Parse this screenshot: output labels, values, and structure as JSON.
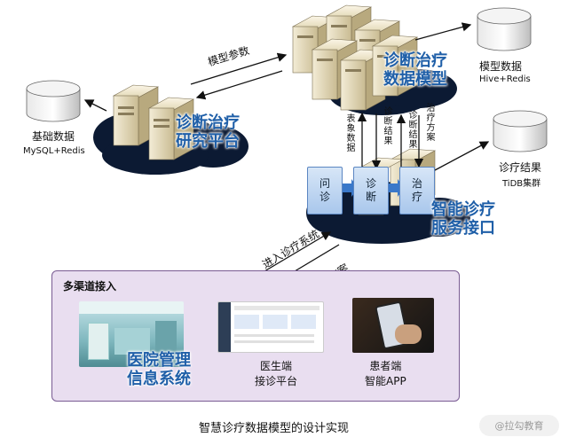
{
  "labels": {
    "model_params": "模型参数",
    "base_data": "基础数据",
    "base_data_tech": "MySQL+Redis",
    "research_platform": [
      "诊断治疗",
      "研究平台"
    ],
    "data_model": [
      "诊断治疗",
      "数据模型"
    ],
    "model_data": "模型数据",
    "model_data_tech": "Hive+Redis",
    "diag_result_store": "诊疗结果",
    "diag_result_tech": "TiDB集群",
    "edge_features": "表象数据",
    "edge_diag_result": "诊断结果",
    "edge_diag_result2": "诊断结果",
    "edge_treatment_plan": "治疗方案",
    "service_api": [
      "智能诊疗",
      "服务接口"
    ],
    "enter_system": "进入诊疗系统",
    "treatment_plan_out": "治疗方案",
    "multichannel": "多渠道接入",
    "his": [
      "医院管理",
      "信息系统"
    ],
    "doctor_client": [
      "医生端",
      "接诊平台"
    ],
    "patient_client": [
      "患者端",
      "智能APP"
    ],
    "caption": "智慧诊疗数据模型的设计实现",
    "watermark": "@拉勾教育"
  },
  "steps": [
    {
      "label": [
        "问",
        "诊"
      ]
    },
    {
      "label": [
        "诊",
        "断"
      ]
    },
    {
      "label": [
        "治",
        "疗"
      ]
    }
  ],
  "colors": {
    "accent_blue": "#1f5fa8",
    "panel_bg": "#e9def0",
    "panel_border": "#7a5c93",
    "cloud": "#0c1a33"
  }
}
